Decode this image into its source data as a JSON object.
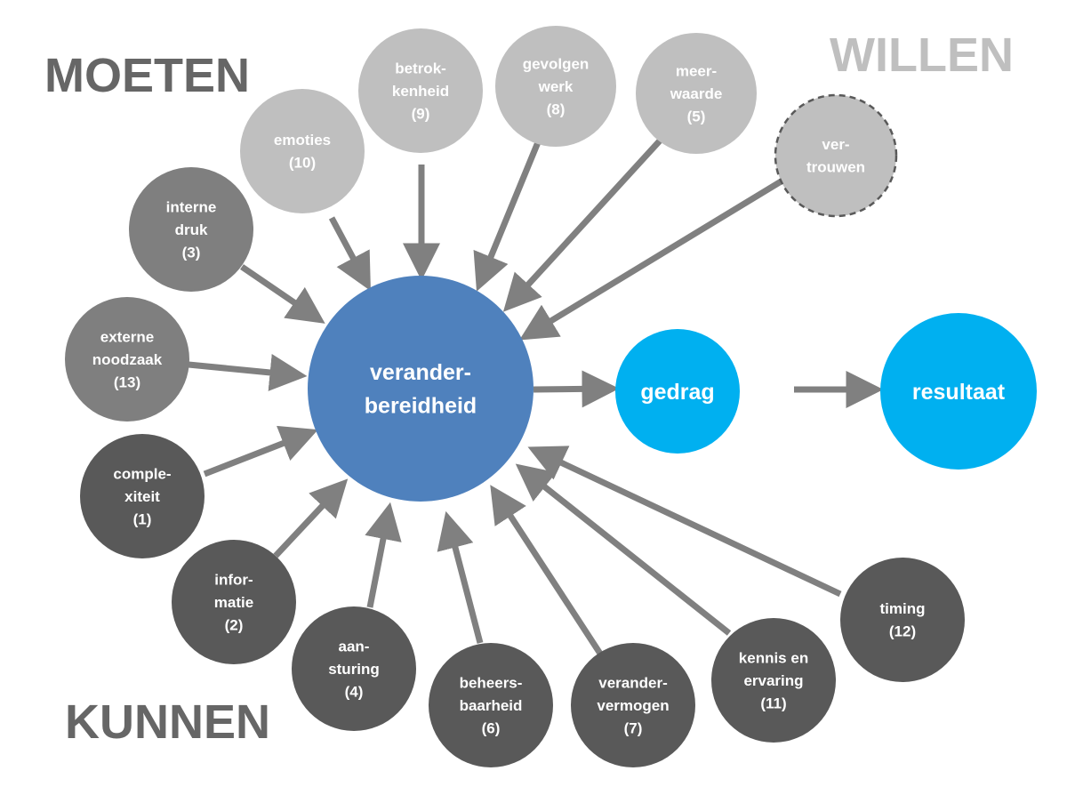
{
  "headings": {
    "must": "MOETEN",
    "want": "WILLEN",
    "can": "KUNNEN"
  },
  "colors": {
    "must_light": "#bfbfbf",
    "must_mid": "#7f7f7f",
    "can": "#595959",
    "center": "#4f81bd",
    "outcome": "#00b0f0",
    "arrow": "#808080",
    "heading_dark": "#666666",
    "heading_light": "#bfbfbf"
  },
  "center": {
    "lines": [
      "verander-",
      "bereidheid"
    ]
  },
  "outcomes": [
    {
      "lines": [
        "gedrag"
      ]
    },
    {
      "lines": [
        "resultaat"
      ]
    }
  ],
  "factors": [
    {
      "lines": [
        "emoties",
        "(10)"
      ],
      "group": "light"
    },
    {
      "lines": [
        "betrok-",
        "kenheid",
        "(9)"
      ],
      "group": "light"
    },
    {
      "lines": [
        "gevolgen",
        "werk",
        "(8)"
      ],
      "group": "light"
    },
    {
      "lines": [
        "meer-",
        "waarde",
        "(5)"
      ],
      "group": "light"
    },
    {
      "lines": [
        "ver-",
        "trouwen"
      ],
      "group": "light",
      "dashed": true
    },
    {
      "lines": [
        "interne",
        "druk",
        "(3)"
      ],
      "group": "mid"
    },
    {
      "lines": [
        "externe",
        "noodzaak",
        "(13)"
      ],
      "group": "mid"
    },
    {
      "lines": [
        "comple-",
        "xiteit",
        "(1)"
      ],
      "group": "dark"
    },
    {
      "lines": [
        "infor-",
        "matie",
        "(2)"
      ],
      "group": "dark"
    },
    {
      "lines": [
        "aan-",
        "sturing",
        "(4)"
      ],
      "group": "dark"
    },
    {
      "lines": [
        "beheers-",
        "baarheid",
        "(6)"
      ],
      "group": "dark"
    },
    {
      "lines": [
        "verander-",
        "vermogen",
        "(7)"
      ],
      "group": "dark"
    },
    {
      "lines": [
        "kennis en",
        "ervaring",
        "(11)"
      ],
      "group": "dark"
    },
    {
      "lines": [
        "timing",
        "(12)"
      ],
      "group": "dark"
    }
  ]
}
